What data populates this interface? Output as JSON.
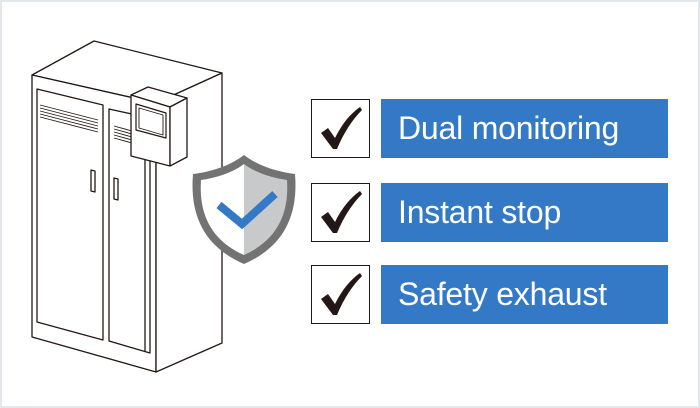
{
  "colors": {
    "accent_blue": "#3479c6",
    "frame_border": "#e3e8ec",
    "ink": "#231815",
    "shield_outline": "#737373",
    "shield_shade": "#c8c9ca"
  },
  "illustration": {
    "cabinet_icon": "electrical-cabinet-with-control-panel",
    "shield_icon": "shield-with-checkmark"
  },
  "features": [
    {
      "label": "Dual monitoring",
      "checked": true,
      "icon": "checkmark-icon"
    },
    {
      "label": "Instant stop",
      "checked": true,
      "icon": "checkmark-icon"
    },
    {
      "label": "Safety exhaust",
      "checked": true,
      "icon": "checkmark-icon"
    }
  ]
}
